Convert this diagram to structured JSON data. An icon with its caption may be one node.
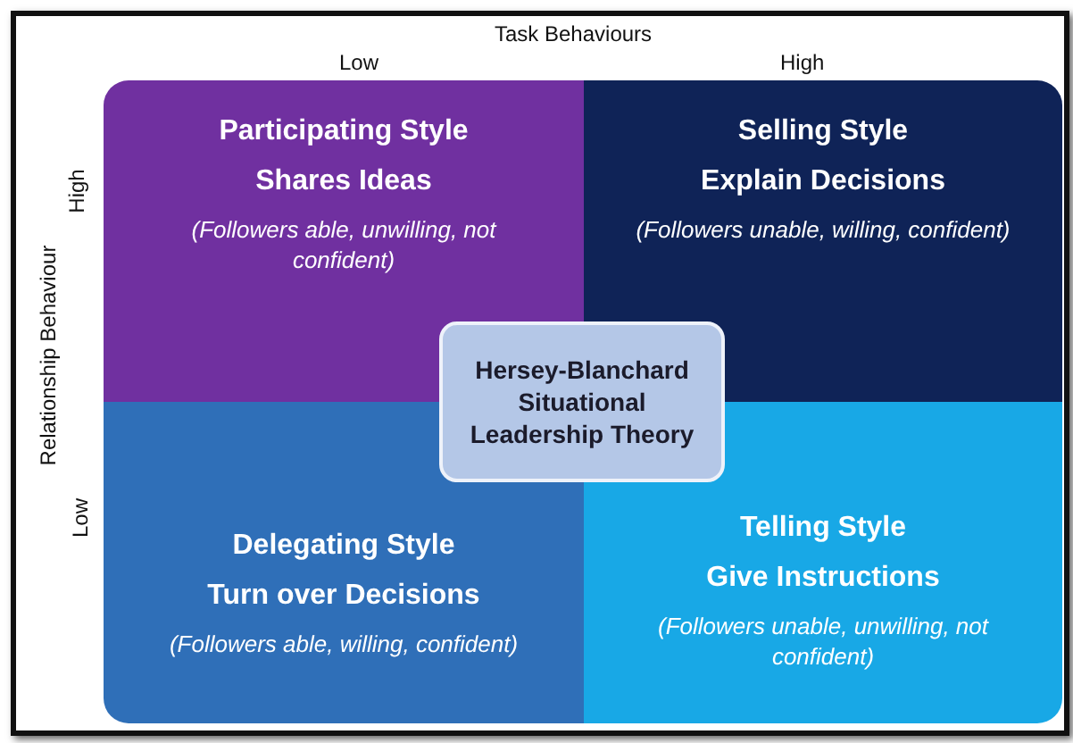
{
  "diagram": {
    "nodes": [
      {
        "text": [
          "Participating Style",
          "Shares Ideas",
          "(Followers able, unwilling, not confident)"
        ]
      },
      {
        "text": [
          "Selling Style",
          "Explain Decisions",
          "(Followers unable, willing, confident)"
        ]
      },
      {
        "text": [
          "Hersey-Blanchard Situational Leadership Theory"
        ]
      },
      {
        "text": [
          "Delegating Style",
          "Turn over Decisions",
          "(Followers able, willing, confident)"
        ]
      },
      {
        "text": [
          "Telling Style",
          "Give Instructions",
          "(Followers unable, unwilling, not confident)"
        ]
      }
    ],
    "labels": [
      "Task Behaviours",
      "Low",
      "High",
      "Relationship Behaviour",
      "High",
      "Low"
    ]
  }
}
